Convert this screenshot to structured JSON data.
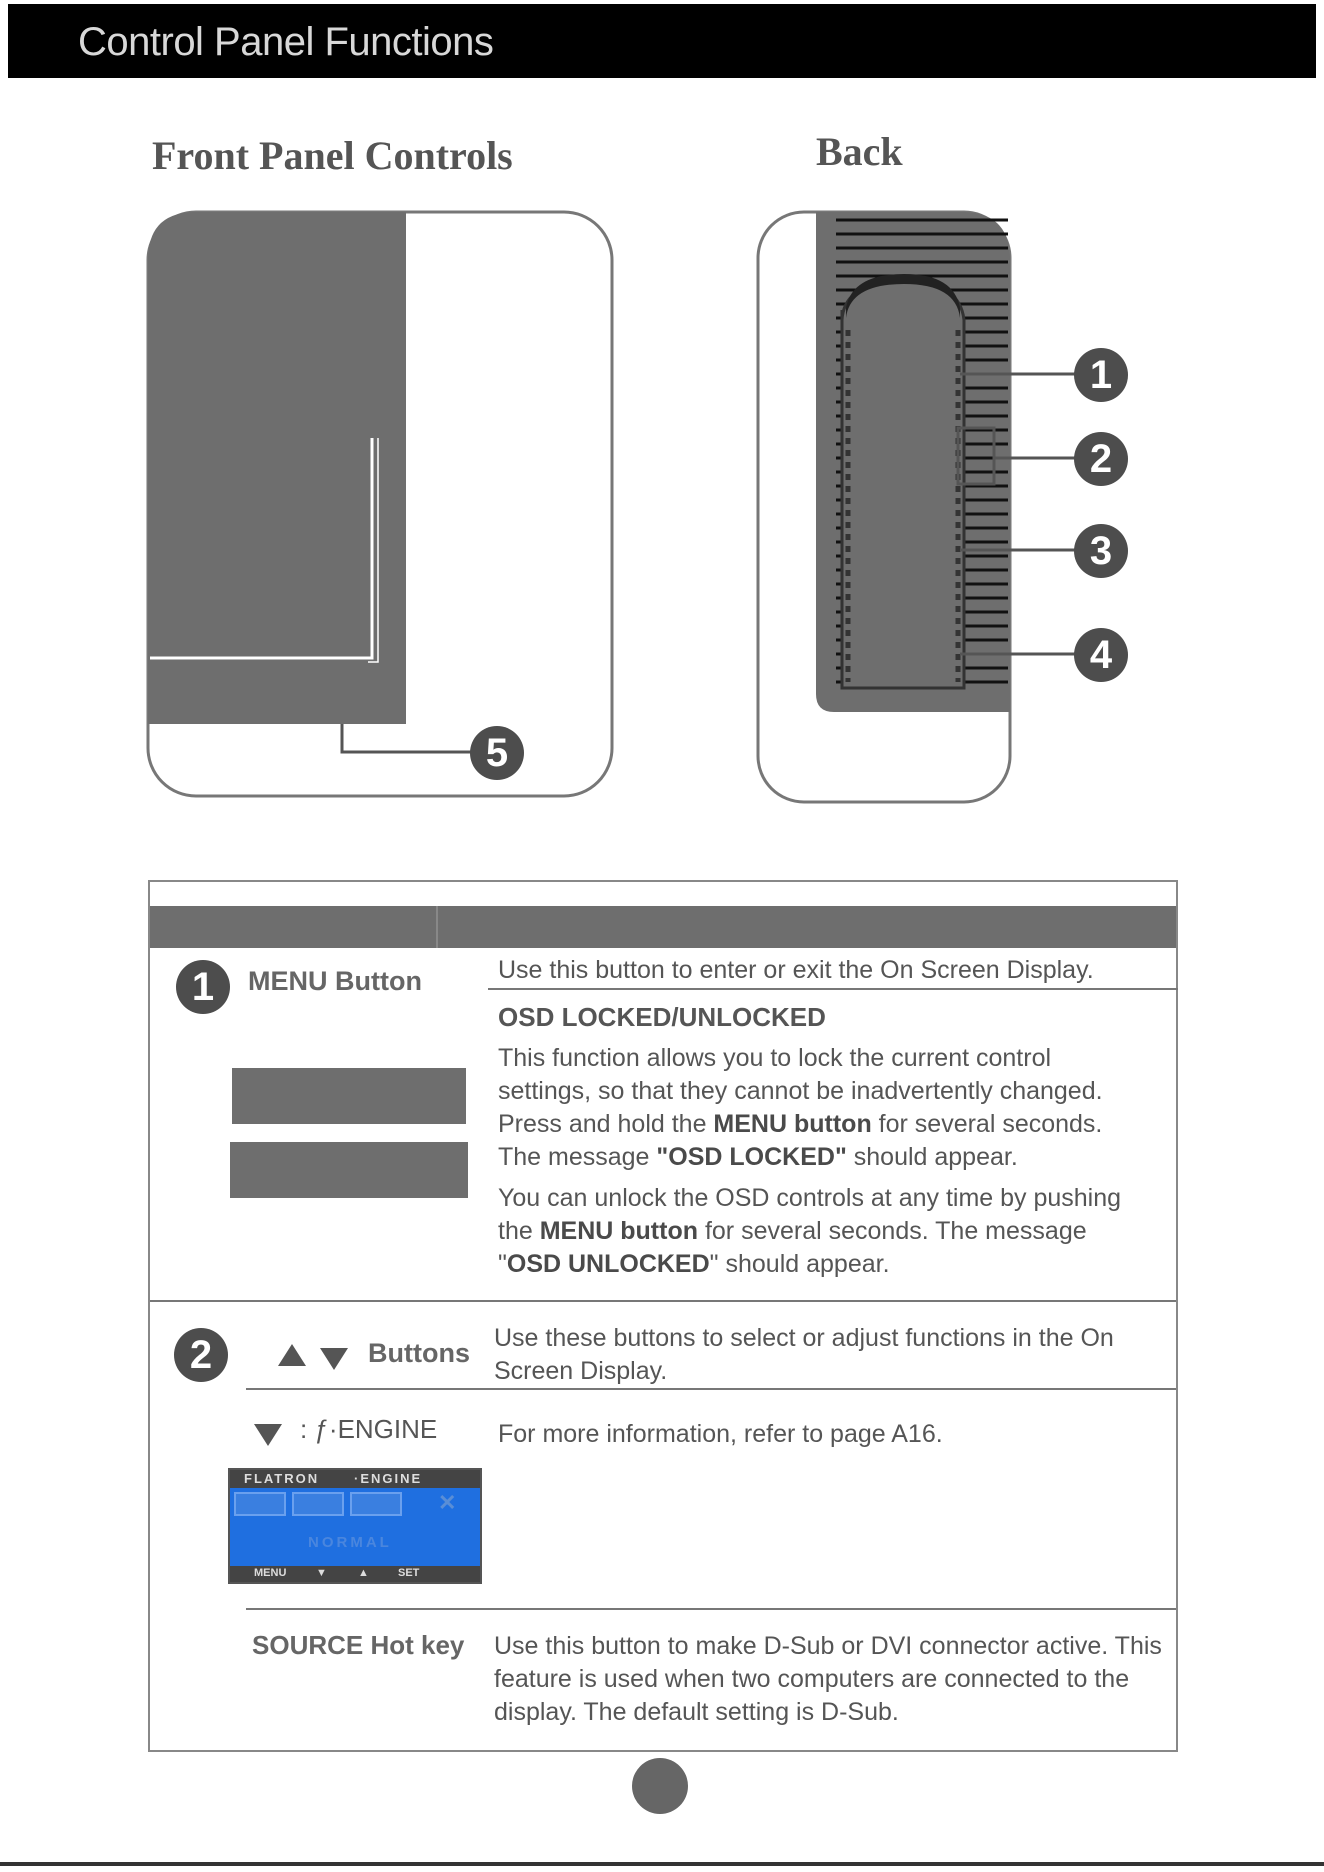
{
  "header": {
    "title": "Control Panel Functions"
  },
  "front": {
    "title": "Front Panel Controls",
    "callout": "5"
  },
  "back": {
    "title": "Back",
    "callouts": [
      "1",
      "2",
      "3",
      "4"
    ]
  },
  "table": {
    "rows": [
      {
        "number": "1",
        "label": "MENU Button",
        "desc1": "Use this button to enter or exit the On Screen Display.",
        "osd_title": "OSD LOCKED/UNLOCKED",
        "p1_a": "This function allows you to lock the current control settings, so that they cannot be inadvertently changed. Press and hold the ",
        "p1_b": "MENU button",
        "p1_c": " for several seconds. The message ",
        "p1_d": "\"OSD LOCKED\"",
        "p1_e": " should appear.",
        "p2_a": "You can unlock the OSD controls at any time by pushing the ",
        "p2_b": "MENU button",
        "p2_c": " for several seconds. The message \"",
        "p2_d": "OSD UNLOCKED",
        "p2_e": "\" should appear."
      },
      {
        "number": "2",
        "label": "Buttons",
        "desc1": "Use these buttons to select or adjust functions in the On Screen Display.",
        "engine_label": ": ƒ·ENGINE",
        "engine_desc": "For more information, refer to page A16.",
        "osd": {
          "brand": "FLATRON",
          "engine": "·ENGINE",
          "mode": "NORMAL",
          "footer": [
            "MENU",
            "▼",
            "▲",
            "SET"
          ]
        },
        "source_label": "SOURCE Hot key",
        "source_desc": "Use this button to make D-Sub or DVI connector active. This feature is used when two computers are connected to the display. The default setting is D-Sub."
      }
    ]
  }
}
